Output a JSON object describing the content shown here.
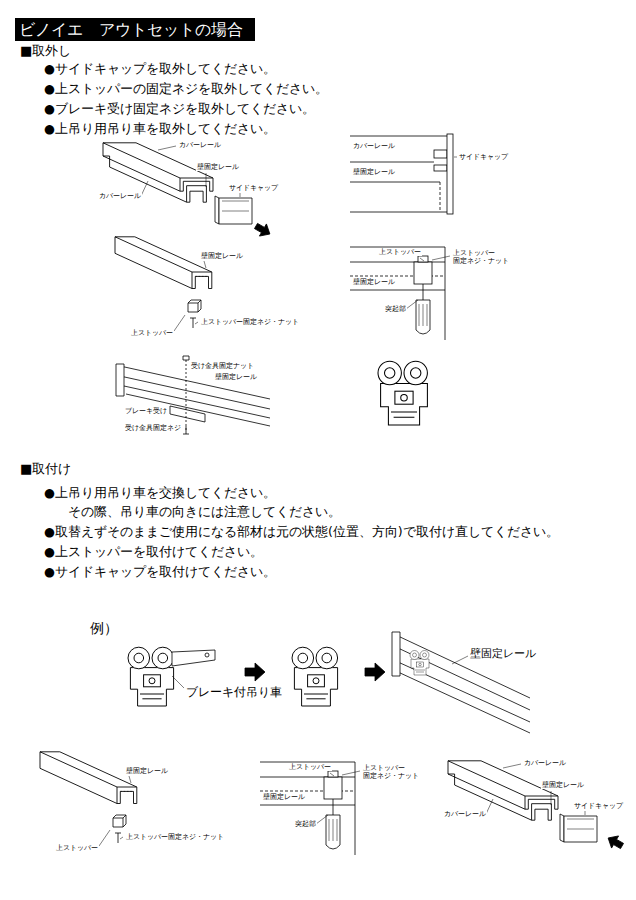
{
  "diagram": {
    "title": "ビノイエ　アウトセットの場合",
    "labels": [
      "■取外し",
      "●サイドキャップを取外してください。",
      "●上ストッパーの固定ネジを取外してください。",
      "●ブレーキ受け固定ネジを取外してください。",
      "●上吊り用吊り車を取外してください。",
      "カバーレール",
      "壁固定レール",
      "カバーレール",
      "サイドキャップ",
      "カバーレール",
      "サイドキャップ",
      "壁固定レール",
      "壁固定レール",
      "上ストッパー",
      "上ストッパー固定ネジ・ナット",
      "上ストッパー",
      "上ストッパー 固定ネジ・ナット",
      "壁固定レール",
      "突起部",
      "受け金具固定ナット",
      "壁固定レール",
      "ブレーキ受け",
      "受け金具固定ネジ",
      "■取付け",
      "●上吊り用吊り車を交換してください。",
      "その際、吊り車の向きには注意してください。",
      "●取替えずそのままご使用になる部材は元の状態(位置、方向)で取付け直してください。",
      "●上ストッパーを取付けてください。",
      "●サイドキャップを取付けてください。",
      "例）",
      "ブレーキ付吊り車",
      "壁固定レール",
      "壁固定レール",
      "上ストッパー",
      "上ストッパー固定ネジ・ナット",
      "上ストッパー",
      "上ストッパー 固定ネジ・ナット",
      "壁固定レール",
      "突起部",
      "カバーレール",
      "壁固定レール",
      "カバーレール",
      "サイドキャップ"
    ]
  }
}
